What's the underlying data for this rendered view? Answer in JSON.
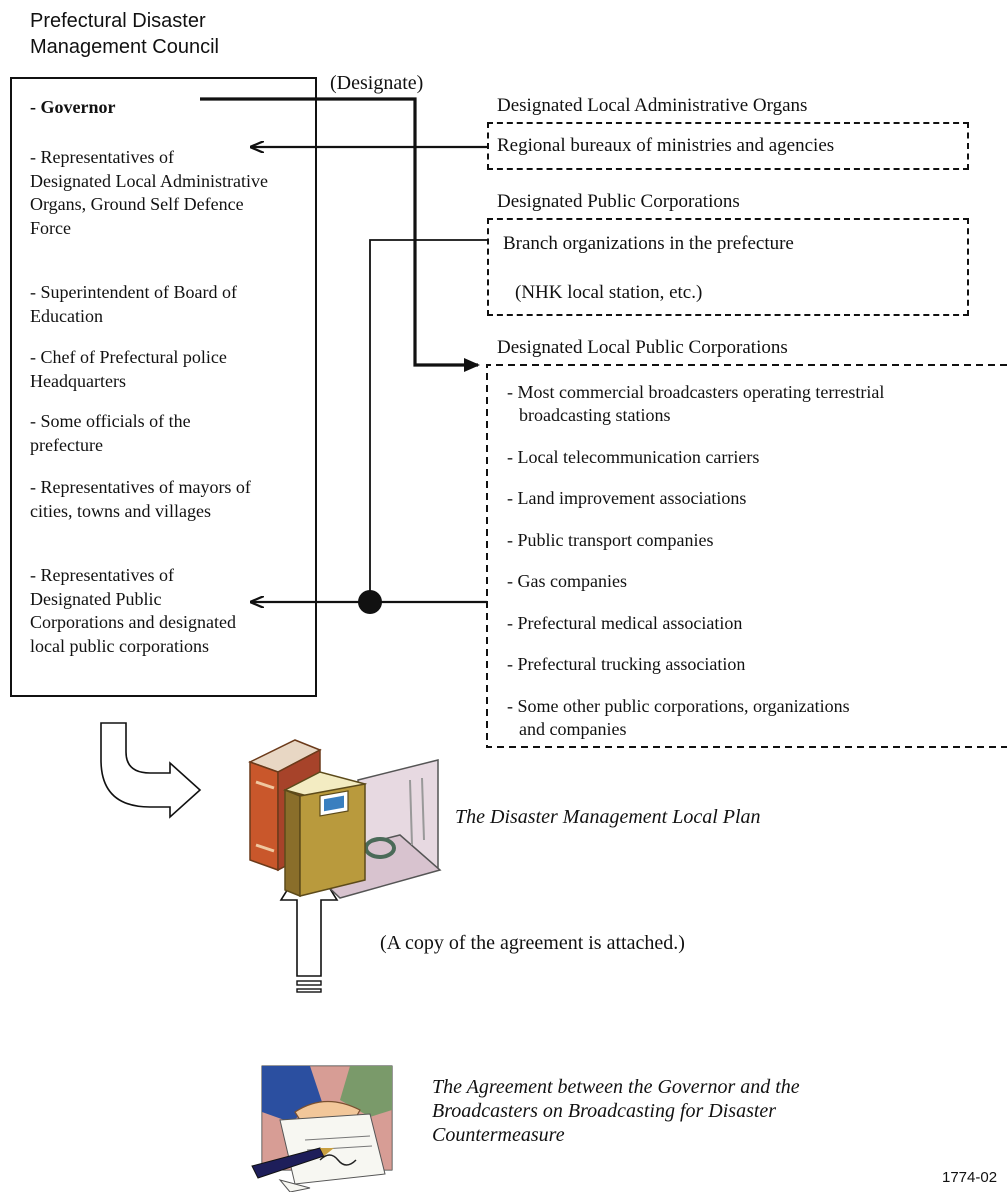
{
  "council": {
    "title_line1": "Prefectural Disaster",
    "title_line2": "Management Council",
    "members": [
      "- Governor",
      "- Representatives of    Designated Local Administrative Organs, Ground Self Defence Force",
      "- Superintendent of Board of Education",
      "- Chef of Prefectural police Headquarters",
      "- Some officials of the prefecture",
      "- Representatives of mayors of cities, towns and villages",
      "- Representatives of Designated Public Corporations and designated local public corporations"
    ]
  },
  "designate_label": "(Designate)",
  "local_admin": {
    "heading": "Designated Local Administrative Organs",
    "box_text": "Regional bureaux of ministries and agencies"
  },
  "public_corp": {
    "heading": "Designated Public Corporations",
    "line1": "Branch organizations in the prefecture",
    "line2": "(NHK local station, etc.)"
  },
  "local_public_corp": {
    "heading": "Designated Local Public Corporations",
    "items": [
      "- Most commercial broadcasters operating terrestrial",
      "broadcasting stations",
      "- Local telecommunication carriers",
      "- Land improvement associations",
      "- Public transport companies",
      "- Gas companies",
      "- Prefectural medical association",
      "- Prefectural trucking association",
      "- Some other public corporations, organizations",
      "and companies"
    ]
  },
  "plan_label": "The Disaster Management Local Plan",
  "agreement_note": "(A copy of the agreement is attached.)",
  "agreement_label": {
    "line1": "The Agreement between the Governor and the",
    "line2": "Broadcasters on Broadcasting for Disaster",
    "line3": "Countermeasure"
  },
  "figure_id": "1774-02",
  "colors": {
    "book_red": "#c9572b",
    "book_olive": "#b99a3d",
    "folder_pink": "#d8c3cf",
    "label_blue": "#3a7fbf"
  }
}
